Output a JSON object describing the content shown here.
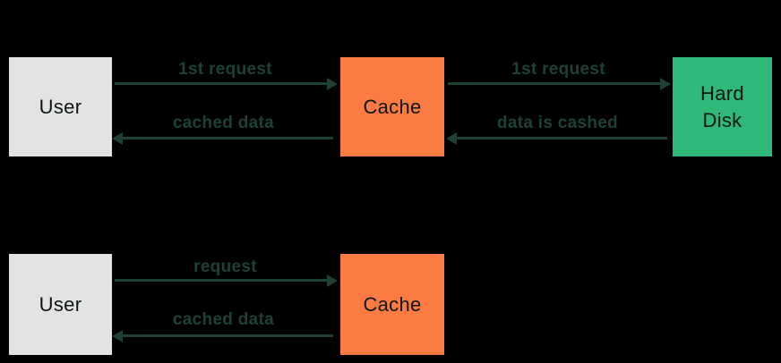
{
  "colors": {
    "background": "#000000",
    "box_user": "#E3E4E2",
    "box_cache": "#FB7B42",
    "box_disk": "#2FB878",
    "box_text": "#0C1613",
    "arrow": "#1D4037",
    "label": "#1D4037"
  },
  "s1": {
    "user": "User",
    "cache": "Cache",
    "disk": "Hard Disk",
    "a_user_cache": "1st request",
    "a_cache_user": "cached data",
    "a_cache_disk": "1st request",
    "a_disk_cache": "data is cashed"
  },
  "s2": {
    "user": "User",
    "cache": "Cache",
    "a_user_cache": "request",
    "a_cache_user": "cached data"
  }
}
